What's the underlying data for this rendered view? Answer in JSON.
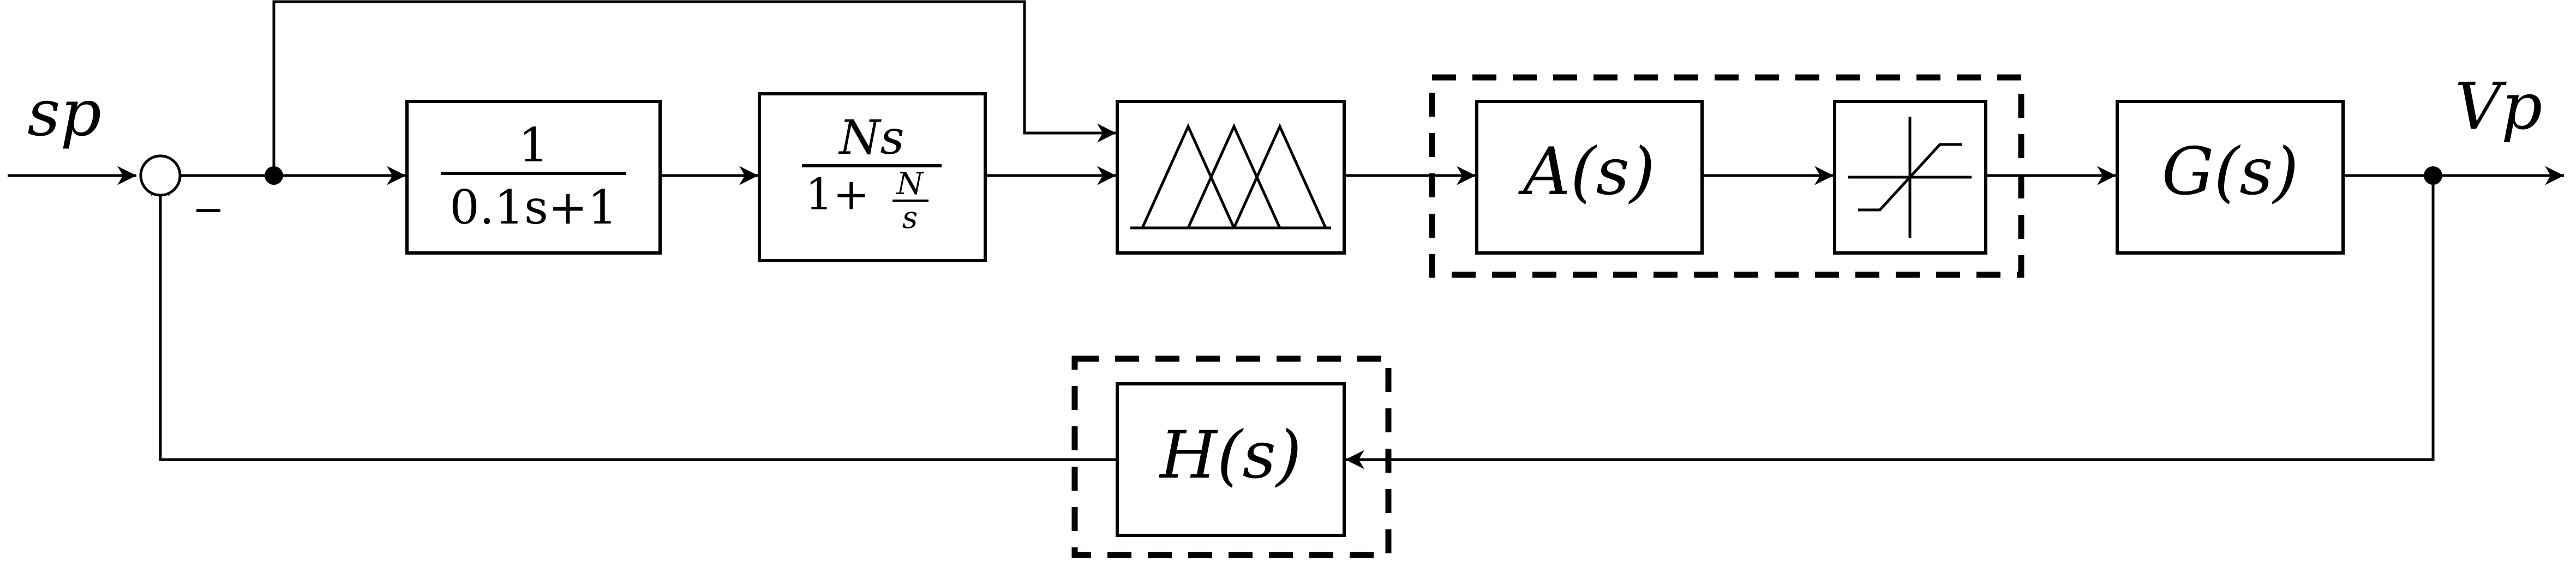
{
  "signals": {
    "input": "sp",
    "output": "Vp",
    "feedback_sign": "−"
  },
  "blocks": {
    "filter": {
      "numerator": "1",
      "denominator": "0.1s+1"
    },
    "derivative": {
      "numerator": "Ns",
      "denominator_prefix": "1+",
      "inner_numerator": "N",
      "inner_denominator": "s"
    },
    "fuzzy": {
      "icon": "triangular-membership-functions-icon"
    },
    "actuator": {
      "label": "A(s)"
    },
    "saturation": {
      "icon": "saturation-icon"
    },
    "plant": {
      "label": "G(s)"
    },
    "sensor": {
      "label": "H(s)"
    }
  }
}
